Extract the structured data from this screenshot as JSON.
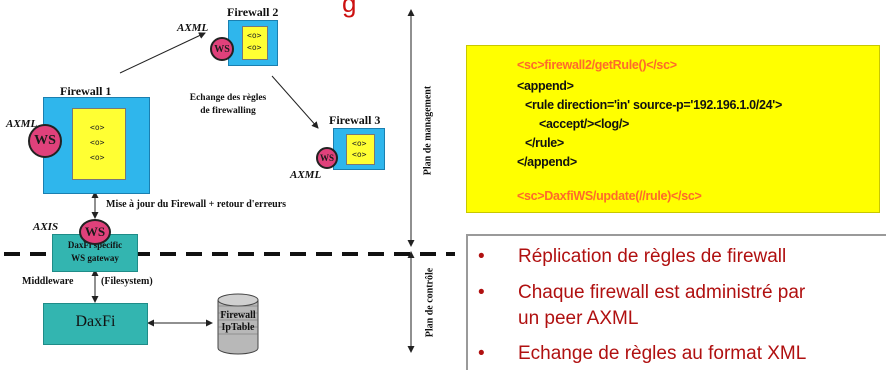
{
  "header_fragment": "g",
  "firewall2": {
    "title": "Firewall 2",
    "axml": "AXML",
    "ws": "WS"
  },
  "firewall1": {
    "title": "Firewall 1",
    "axml": "AXML",
    "ws": "WS"
  },
  "firewall3": {
    "title": "Firewall 3",
    "axml": "AXML",
    "ws": "WS"
  },
  "glyph": "<o>",
  "exchange_note": [
    "Echange des règles",
    "de firewalling"
  ],
  "update_note": "Mise à jour du Firewall + retour d'erreurs",
  "axis": {
    "label": "AXIS",
    "ws": "WS"
  },
  "gateway": [
    "DaxFi specific",
    "WS gateway"
  ],
  "middleware": "Middleware",
  "filesystem": "(Filesystem)",
  "daxfi": "DaxFi",
  "iptable": [
    "Firewall",
    "IpTable"
  ],
  "plan_management": "Plan de management",
  "plan_controle": "Plan de contrôle",
  "code": {
    "line1": "<sc>firewall2/getRule()</sc>",
    "line2": "<append>",
    "line3": "<rule direction='in' source-p='192.196.1.0/24'>",
    "line4": "<accept/><log/>",
    "line5": "</rule>",
    "line6": "</append>",
    "line7": "<sc>DaxfiWS/update(//rule)</sc>"
  },
  "bullets": [
    "Réplication de règles de firewall",
    "Chaque firewall est administré par",
    "un peer AXML",
    "Echange de règles au format XML"
  ],
  "bullet_char": "•",
  "colors": {
    "firewall": "#2fb6ec",
    "inner": "#ffff33",
    "ws": "#e0417b",
    "bullet_text": "#b01010",
    "code_accent": "#ff6a2a",
    "code_bg": "#ffff00"
  }
}
